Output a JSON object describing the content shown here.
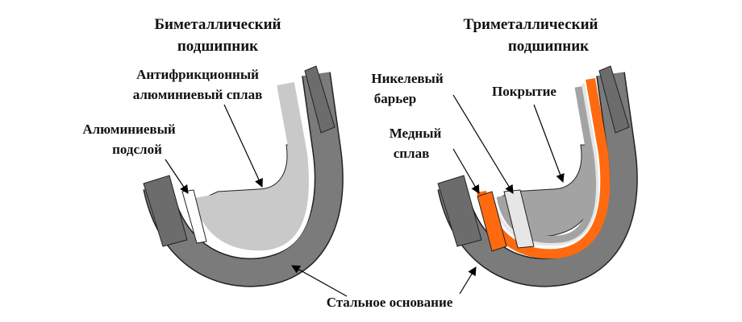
{
  "titles": {
    "bimetal": [
      "Биметаллический",
      "подшипник"
    ],
    "trimetal": [
      "Триметаллический",
      "подшипник"
    ]
  },
  "labels": {
    "antifriction": [
      "Антифрикционный",
      "алюминиевый сплав"
    ],
    "al_sublayer": [
      "Алюминиевый",
      "подслой"
    ],
    "nickel_barrier": [
      "Никелевый",
      "барьер"
    ],
    "coating": "Покрытие",
    "copper_alloy": [
      "Медный",
      "сплав"
    ],
    "steel_base": "Стальное основание"
  },
  "colors": {
    "steel": "#7b7b7b",
    "steel_face": "#9a9a9a",
    "aluminium": "#c9c9c9",
    "copper": "#ff6a10",
    "nickel": "#e6e6e6",
    "coating": "#a3a3a3"
  }
}
